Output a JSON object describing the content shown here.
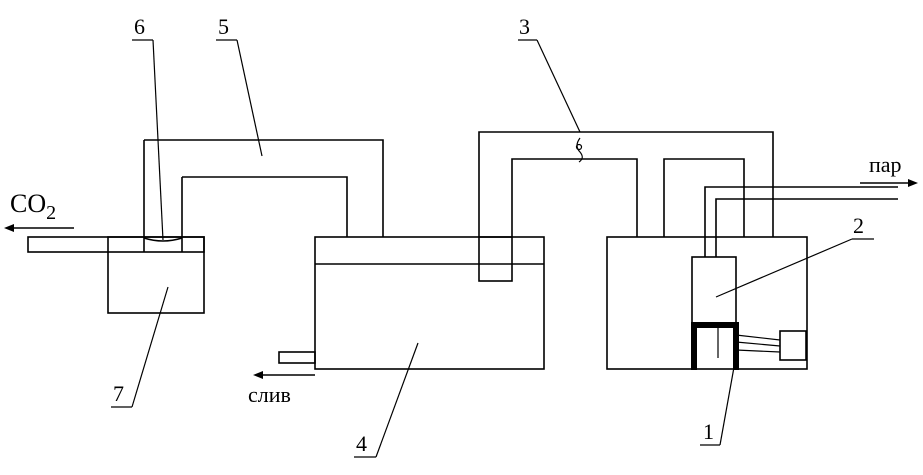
{
  "labels": {
    "n1": "1",
    "n2": "2",
    "n3": "3",
    "n4": "4",
    "n5": "5",
    "n6": "6",
    "n7": "7"
  },
  "flows": {
    "co2": "CO",
    "co2_sub": "2",
    "steam": "пар",
    "drain": "слив"
  }
}
